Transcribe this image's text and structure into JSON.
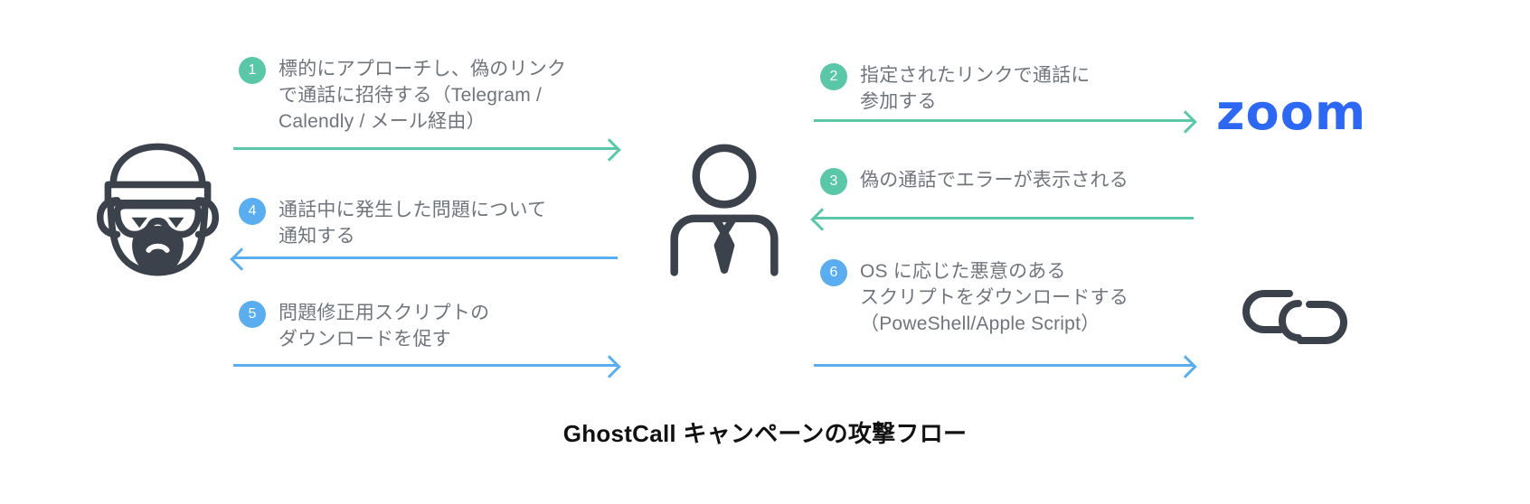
{
  "diagram": {
    "caption": "GhostCall キャンペーンの攻撃フロー",
    "actors": {
      "attacker": {
        "icon": "hacker-icon",
        "label": ""
      },
      "victim": {
        "icon": "businessman-icon",
        "label": ""
      },
      "zoom": {
        "icon": "zoom-logo",
        "label": "zoom"
      },
      "payload": {
        "icon": "chain-link-icon",
        "label": ""
      }
    },
    "colors": {
      "green": "#5ac8a8",
      "blue": "#5aaef0",
      "zoom_blue": "#2D68F5",
      "icon_dark": "#3c424c",
      "text_gray": "#70757c",
      "caption_black": "#111111"
    },
    "steps": [
      {
        "number": "1",
        "color": "green",
        "direction": "right",
        "text": "標的にアプローチし、偽のリンク\nで通話に招待する（Telegram /\nCalendly / メール経由）"
      },
      {
        "number": "2",
        "color": "green",
        "direction": "right",
        "text": "指定されたリンクで通話に\n参加する"
      },
      {
        "number": "3",
        "color": "green",
        "direction": "left",
        "text": "偽の通話でエラーが表示される"
      },
      {
        "number": "4",
        "color": "blue",
        "direction": "left",
        "text": "通話中に発生した問題について\n通知する"
      },
      {
        "number": "5",
        "color": "blue",
        "direction": "right",
        "text": "問題修正用スクリプトの\nダウンロードを促す"
      },
      {
        "number": "6",
        "color": "blue",
        "direction": "right",
        "text": "OS に応じた悪意のある\nスクリプトをダウンロードする\n（PoweShell/Apple Script）"
      }
    ]
  }
}
